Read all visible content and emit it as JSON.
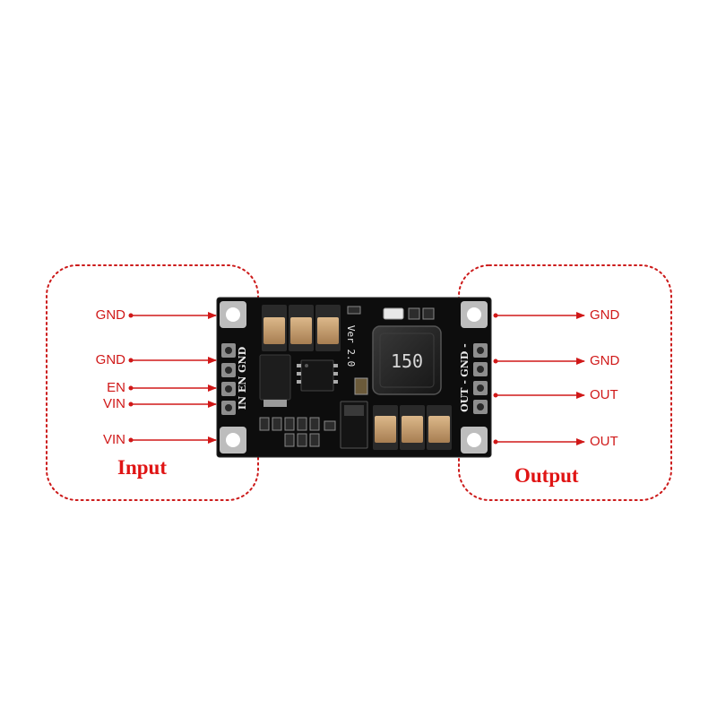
{
  "input": {
    "title": "Input",
    "pins": [
      "GND",
      "GND",
      "EN",
      "VIN",
      "VIN"
    ]
  },
  "output": {
    "title": "Output",
    "pins": [
      "GND",
      "GND",
      "OUT",
      "OUT"
    ]
  },
  "board": {
    "inductor_marking": "150",
    "version_text": "Ver 2.0",
    "silk_left": "IN EN GND",
    "silk_right_top": "GND -",
    "silk_right_bottom": "OUT -"
  },
  "colors": {
    "label_red": "#d01818",
    "dotted_red": "#cc1a1a",
    "pcb_black": "#0d0d0d",
    "capacitor_tan": "#c8a070",
    "solder_pad": "#b8b8b8"
  }
}
